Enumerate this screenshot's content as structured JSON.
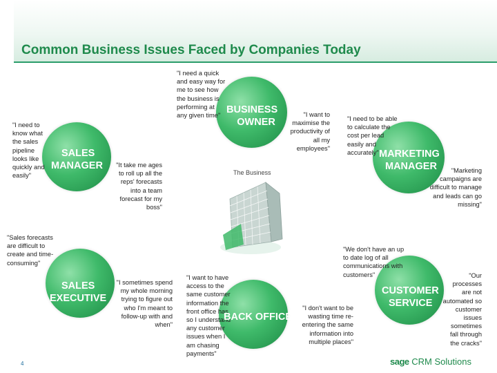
{
  "title": "Common Business Issues Faced by Companies Today",
  "center_label": "The Business",
  "page_number": "4",
  "logo": {
    "brand": "sage",
    "product": "CRM Solutions"
  },
  "colors": {
    "accent": "#1f8a4c",
    "circle": "#3fba6a"
  },
  "business_owner": {
    "role_line1": "BUSINESS",
    "role_line2": "OWNER",
    "quote_left": "\"I need a quick\nand easy way for\nme to see how\nthe business is\nperforming at\nany given time\"",
    "quote_right": "\"I want to\nmaximise the\nproductivity of\nall my\nemployees\""
  },
  "sales_manager": {
    "role_line1": "SALES",
    "role_line2": "MANAGER",
    "quote_left": "\"I need to\nknow what\nthe sales\npipeline\nlooks like\nquickly and\neasily\"",
    "quote_right": "\"It take me ages\nto roll up all the\nreps' forecasts\ninto a team\nforecast for my\nboss\""
  },
  "marketing_manager": {
    "role_line1": "MARKETING",
    "role_line2": "MANAGER",
    "quote_left": "\"I need to be able\nto calculate the\ncost per lead\neasily and\naccurately\"",
    "quote_right": "\"Marketing\ncampaigns are\ndifficult to manage\nand leads can go\nmissing\""
  },
  "sales_executive": {
    "role_line1": "SALES",
    "role_line2": "EXECUTIVE",
    "quote_left": "\"Sales forecasts\nare difficult to\ncreate and time-\nconsuming\"",
    "quote_right": "\"I sometimes spend\nmy whole morning\ntrying to figure out\nwho I'm meant to\nfollow-up with and\nwhen\""
  },
  "back_office": {
    "role_line1": "BACK OFFICE",
    "quote_left": "\"I want to have\naccess to the\nsame customer\ninformation the\nfront office has\nso I understand\nany customer\nissues when I\nam chasing\npayments\"",
    "quote_right": "\"I don't want to be\nwasting time re-\nentering the same\ninformation into\nmultiple places\""
  },
  "customer_service": {
    "role_line1": "CUSTOMER",
    "role_line2": "SERVICE",
    "quote_left": "\"We don't have an up\nto date log of all\ncommunications with\ncustomers\"",
    "quote_right": "\"Our\nprocesses\nare not\nautomated so\ncustomer\nissues\nsometimes\nfall through\nthe cracks\""
  }
}
